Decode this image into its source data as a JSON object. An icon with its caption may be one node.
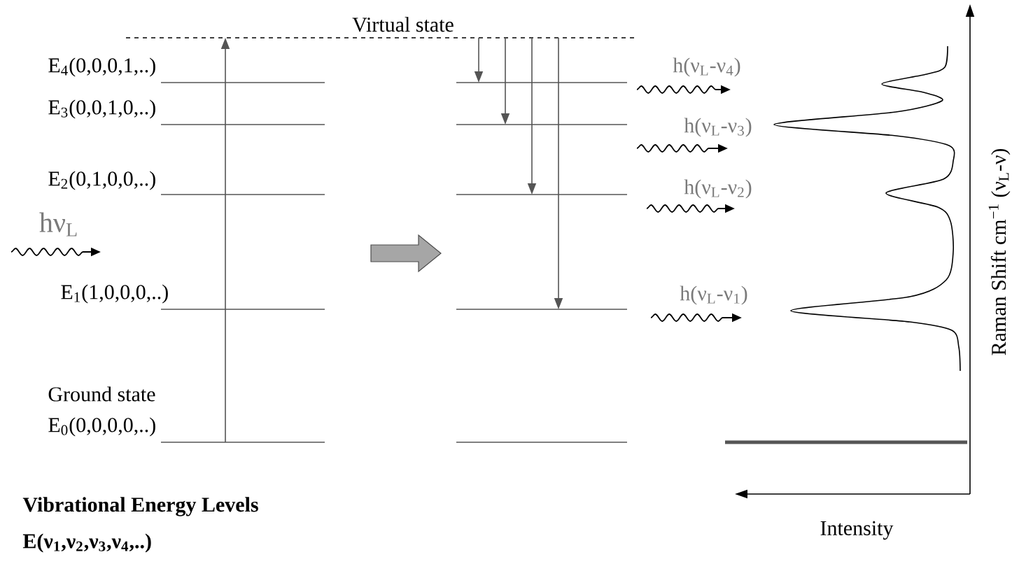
{
  "diagram": {
    "labels": [
      "Virtual state",
      "E$_{4}$(0,0,0,1,..)",
      "h(ν$_{L}$-ν$_{4}$)",
      "E$_{3}$(0,0,1,0,..)",
      "h(ν$_{L}$-ν$_{3}$)",
      "Raman Shift cm$^{−1}$ (ν$_{L}$-ν)",
      "E$_{2}$(0,1,0,0,..)",
      "h(ν$_{L}$-ν$_{2}$)",
      "hν$_{L}$",
      "E$_{1}$(1,0,0,0,..)",
      "h(ν$_{L}$-ν$_{1}$)",
      "Ground state",
      "E$_{0}$(0,0,0,0,..)",
      "Vibrational Energy Levels",
      "E(ν$_{1}$,ν$_{2}$,ν$_{3}$,ν$_{4}$,..)",
      "Intensity"
    ]
  }
}
